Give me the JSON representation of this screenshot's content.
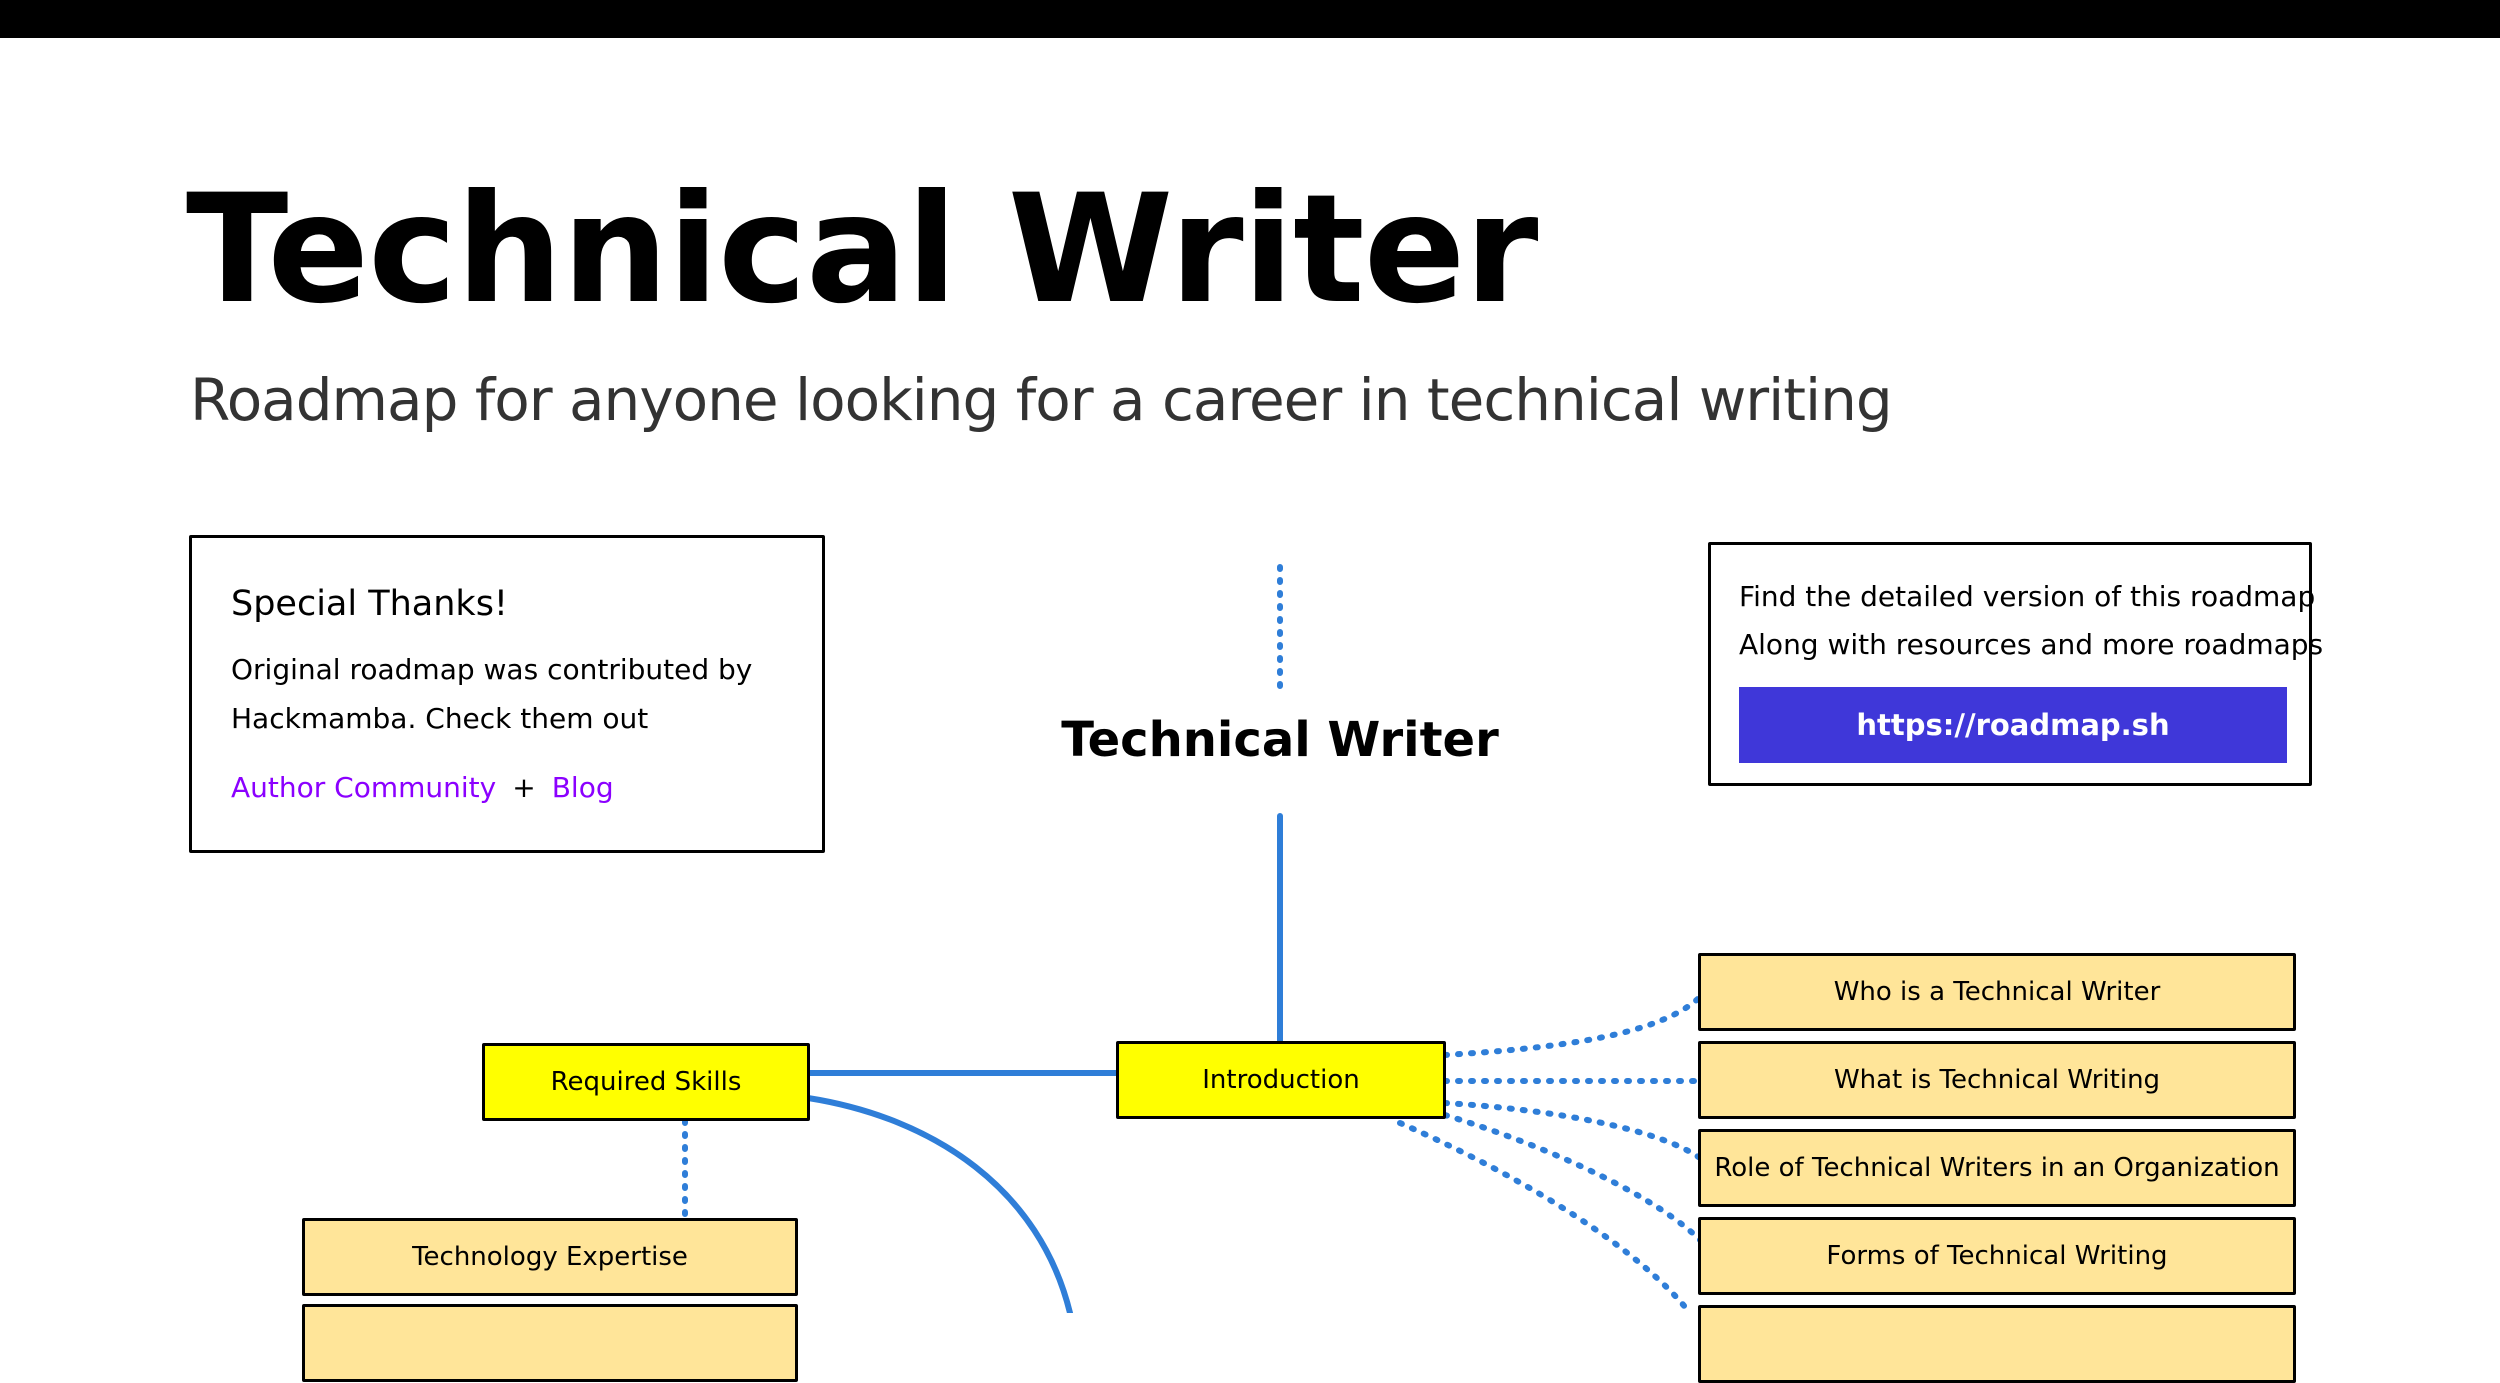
{
  "header": {
    "title": "Technical Writer",
    "subtitle": "Roadmap for anyone looking for a career in technical writing"
  },
  "thanks": {
    "heading": "Special Thanks!",
    "line1": "Original roadmap was contributed by",
    "line2": "Hackmamba. Check them out",
    "link1": "Author Community",
    "separator": "+",
    "link2": "Blog",
    "link_color": "#8b00ff"
  },
  "detailed": {
    "line1": "Find the detailed version of this roadmap",
    "line2": "Along with resources and more roadmaps",
    "link": "https://roadmap.sh",
    "button_color": "#3f37d9"
  },
  "diagram": {
    "title": "Technical Writer",
    "primary_nodes": [
      "Required Skills",
      "Introduction"
    ],
    "skills_children": [
      "Technology Expertise"
    ],
    "intro_children": [
      "Who is a Technical Writer",
      "What is Technical Writing",
      "Role of Technical Writers in an Organization",
      "Forms of Technical Writing"
    ],
    "colors": {
      "primary_node": "#ffff00",
      "secondary_node": "#ffe599",
      "link": "#2f7ed8"
    }
  }
}
